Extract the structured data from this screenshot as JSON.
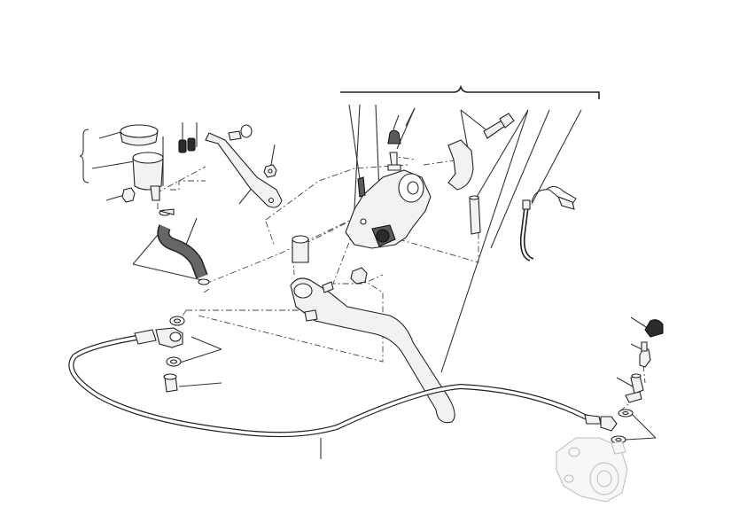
{
  "diagram": {
    "background": "#ffffff",
    "ink": "#222222",
    "ghost_ink": "#bbbbbb",
    "parts": [
      "reservoir-cap",
      "reservoir-body",
      "reservoir-bracket",
      "reservoir-hose",
      "hose-clamp",
      "master-cylinder-body",
      "handlebar-clamp",
      "clamp-bolt",
      "dust-cap",
      "bleed-screw",
      "lever",
      "pivot-bush",
      "pivot-bolt",
      "switch-wire",
      "banjo-bolt",
      "sealing-washer",
      "clutch-hose",
      "slave-cylinder",
      "slave-bleeder",
      "slave-dust-cap"
    ]
  }
}
